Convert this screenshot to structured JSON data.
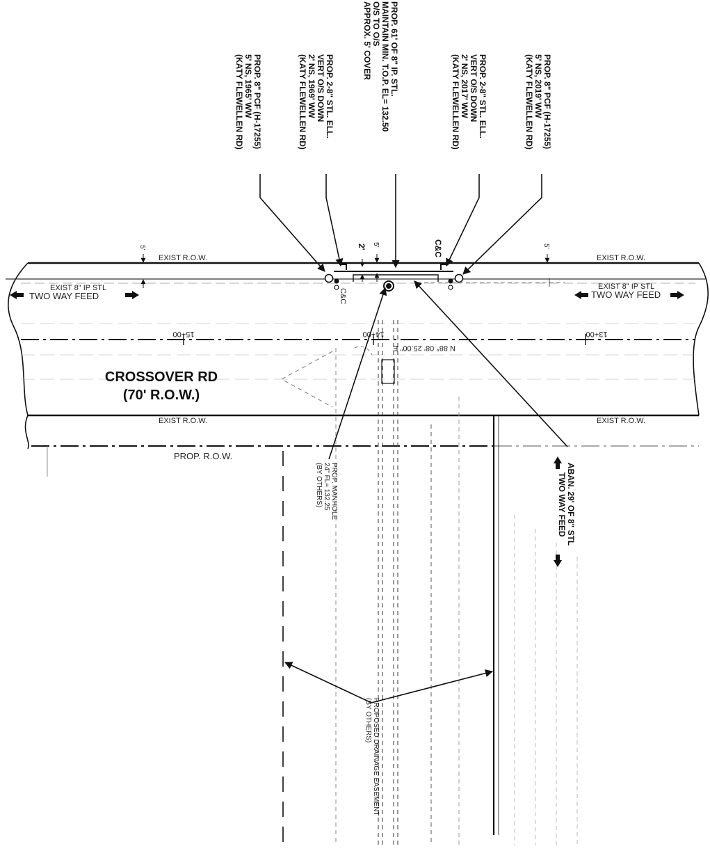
{
  "road": {
    "name": "CROSSOVER RD",
    "row": "(70' R.O.W.)",
    "exist_row": "EXIST R.O.W.",
    "prop_row": "PROP. R.O.W.",
    "exist_pipe": "EXIST 8\" IP STL",
    "two_way_feed": "TWO WAY FEED",
    "bearing": "N 88° 08' 25.00\" E",
    "stations": [
      "15+00",
      "14+00",
      "13+00"
    ],
    "dims": [
      "5'",
      "2'",
      "5'",
      "5'"
    ],
    "cc": "C&C"
  },
  "callouts": {
    "pcf_left": [
      "PROP. 8\" PCF (H-17255)",
      "5' NS, 1965' WW",
      "(KATY FLEWELLEN RD)"
    ],
    "ell_left": [
      "PROP. 2-8\" STL. ELL.",
      "VERT O/S DOWN",
      "2' NS, 1969' WW",
      "(KATY FLEWELLEN RD)"
    ],
    "main": [
      "PROP. 61' OF 8\" IP. STL.",
      "MAINTAIN MIN. T.O.P. EL= 132.50",
      "O/S TO O/S",
      "APPROX. 5' COVER"
    ],
    "ell_right": [
      "PROP. 2-8\" STL. ELL.",
      "VERT O/S DOWN",
      "2' NS, 2017' WW",
      "(KATY FLEWELLEN RD)"
    ],
    "pcf_right": [
      "PROP. 8\" PCF (H-17255)",
      "5' NS, 2019' WW",
      "(KATY FLEWELLEN RD)"
    ],
    "manhole": [
      "PROP. MANHOLE",
      "24\" FL= 132.25",
      "(BY OTHERS)"
    ],
    "aban": [
      "ABAN. 29' OF 8\" STL",
      "TWO WAY FEED"
    ],
    "easement": [
      "PROPOSED DRAINAGE EASEMENT",
      "(BY OTHERS)"
    ]
  }
}
